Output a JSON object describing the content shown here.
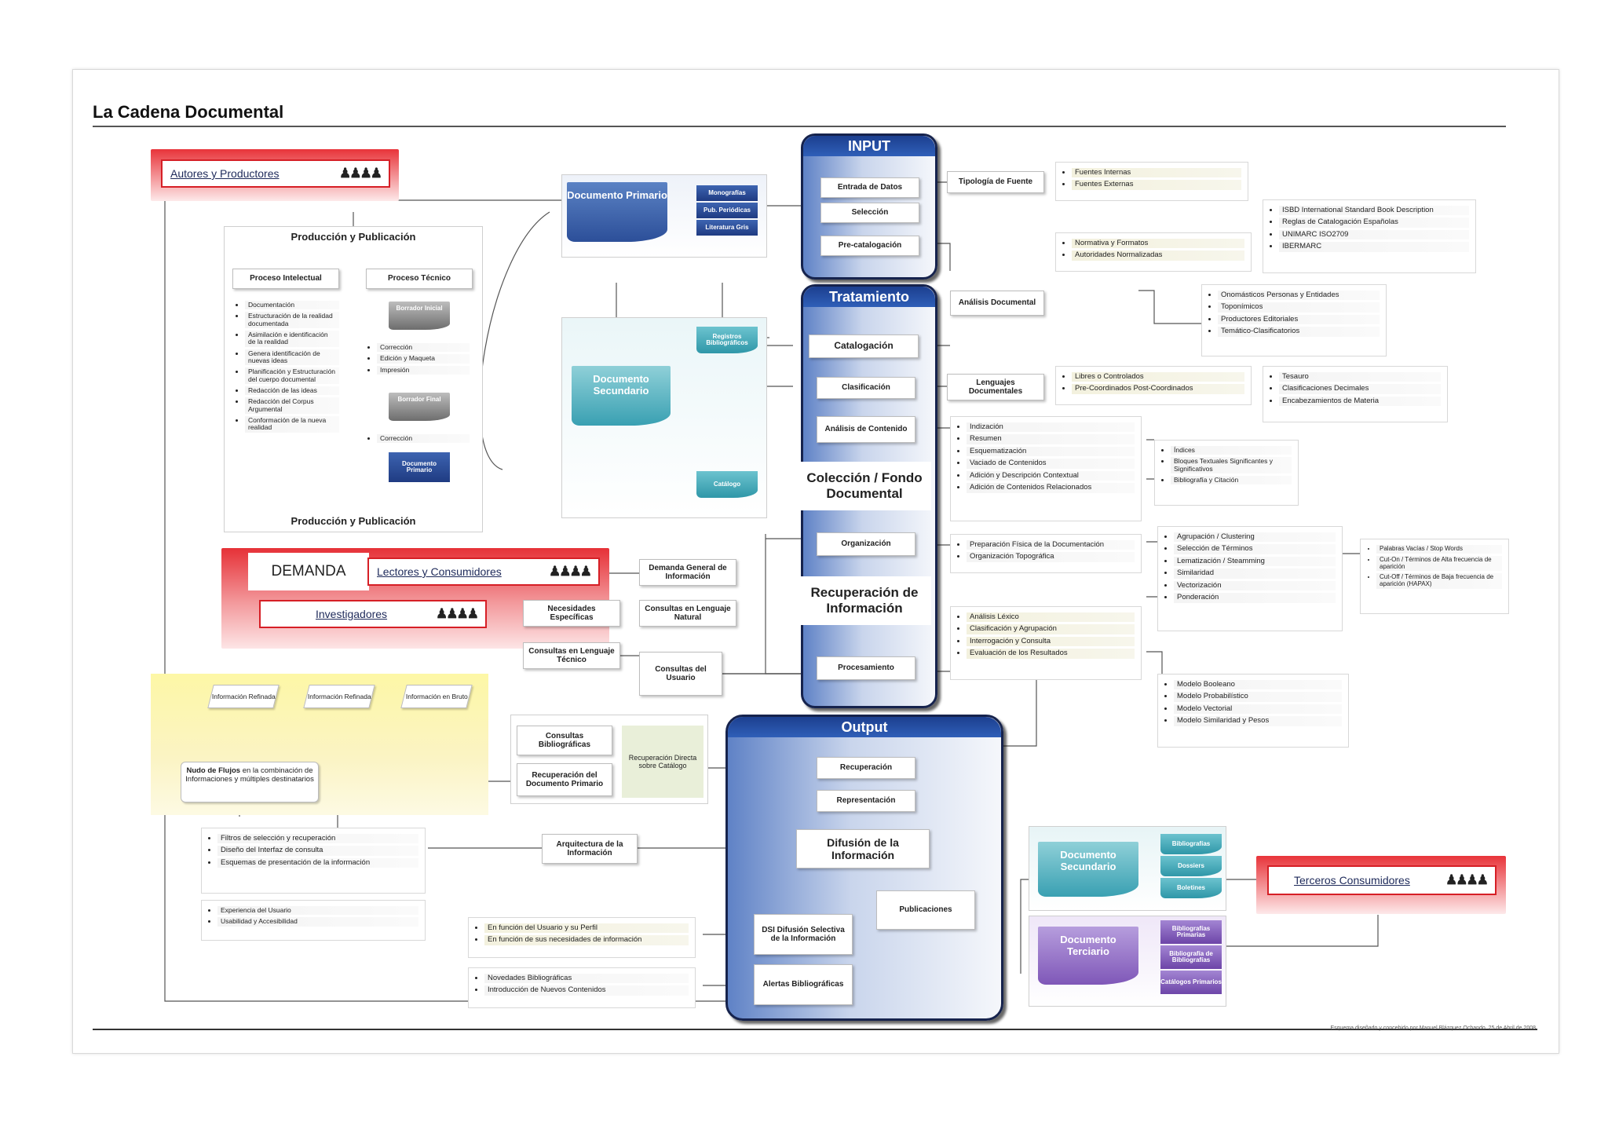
{
  "title": "La Cadena Documental",
  "credit": "Esquema diseñado y concebido por Manuel Blázquez Ochando. 25 de Abril de 2008",
  "actors": {
    "authors": "Autores y Productores",
    "readers": "Lectores y Consumidores",
    "researchers": "Investigadores",
    "third": "Terceros Consumidores",
    "demand": "DEMANDA"
  },
  "production": {
    "header": "Producción y Publicación",
    "footer": "Producción y Publicación",
    "intellectual": "Proceso Intelectual",
    "technical": "Proceso Técnico",
    "intellectual_items": [
      "Documentación",
      "Estructuración de la realidad documentada",
      "Asimilación e identificación de la realidad",
      "Genera identificación de nuevas ideas",
      "Planificación y Estructuración del cuerpo documental",
      "Redacción de las ideas",
      "Redacción del Corpus Argumental",
      "Conformación de la nueva realidad"
    ],
    "technical_items": [
      "Corrección",
      "Edición y Maqueta",
      "Impresión",
      "Corrección"
    ],
    "draft1": "Borrador Inicial",
    "draft2": "Borrador Final",
    "primary_small": "Documento Primario"
  },
  "docs": {
    "primary": "Documento Primario",
    "primary_minis": [
      "Monografías",
      "Pub. Periódicas",
      "Literatura Gris"
    ],
    "secondary": "Documento Secundario",
    "registros": "Registros Bibliográficos",
    "catalogo": "Catálogo",
    "secondary2": "Documento Secundario",
    "secondary2_minis": [
      "Bibliografías",
      "Dossiers",
      "Boletines"
    ],
    "tertiary": "Documento Terciario",
    "tertiary_minis": [
      "Bibliografías Primarias",
      "Bibliografía de Bibliografías",
      "Catálogos Primarios"
    ]
  },
  "input": {
    "head": "INPUT",
    "steps": [
      "Entrada de Datos",
      "Selección",
      "Pre-catalogación"
    ],
    "tipologia": "Tipología de Fuente",
    "fuentes": [
      "Fuentes Internas",
      "Fuentes Externas"
    ]
  },
  "tratamiento": {
    "head": "Tratamiento",
    "steps": [
      "Catalogación",
      "Clasificación",
      "Análisis de Contenido"
    ],
    "coleccion": "Colección / Fondo Documental",
    "organizacion": "Organización",
    "recuperacion": "Recuperación de Información",
    "procesamiento": "Procesamiento",
    "analisis_doc": "Análisis Documental",
    "normativa": [
      "Normativa y Formatos",
      "Autoridades Normalizadas"
    ],
    "isbd": [
      "ISBD International Standard Book Description",
      "Reglas de Catalogación Españolas",
      "UNIMARC ISO2709",
      "IBERMARC"
    ],
    "onomasticos": [
      "Onomásticos Personas y Entidades",
      "Toponímicos",
      "Productores Editoriales",
      "Temático-Clasificatorios"
    ],
    "lenguajes": "Lenguajes Documentales",
    "libres": [
      "Libres o Controlados",
      "Pre-Coordinados Post-Coordinados"
    ],
    "tesauro": [
      "Tesauro",
      "Clasificaciones Decimales",
      "Encabezamientos de Materia"
    ],
    "indizacion": [
      "Indización",
      "Resumen",
      "Esquematización",
      "Vaciado de Contenidos",
      "Adición y Descripción Contextual",
      "Adición de Contenidos Relacionados"
    ],
    "indices": [
      "Índices",
      "Bloques Textuales Significantes y Significativos",
      "Bibliografía y Citación"
    ],
    "preparacion": [
      "Preparación Física de la Documentación",
      "Organización Topográfica"
    ],
    "agrupacion": [
      "Agrupación / Clustering",
      "Selección de Términos",
      "Lematización / Steamming",
      "Similaridad",
      "Vectorización",
      "Ponderación"
    ],
    "palabras": [
      "Palabras Vacías / Stop Words",
      "Cut-On / Términos de Alta frecuencia de aparición",
      "Cut-Off / Términos de Baja frecuencia de aparición (HAPAX)"
    ],
    "analisis_lexico": [
      "Análisis Léxico",
      "Clasificación y Agrupación",
      "Interrogación y Consulta",
      "Evaluación de los Resultados"
    ],
    "modelos": [
      "Modelo Booleano",
      "Modelo Probabilístico",
      "Modelo Vectorial",
      "Modelo Similaridad y Pesos"
    ]
  },
  "demanda": {
    "general": "Demanda General de Información",
    "necesidades": "Necesidades Específicas",
    "natural": "Consultas en Lenguaje Natural",
    "tecnico": "Consultas en Lenguaje Técnico",
    "usuario": "Consultas del Usuario",
    "info": [
      "Información Refinada",
      "Información Refinada",
      "Información en Bruto"
    ],
    "nudo_bold": "Nudo de Flujos",
    "nudo_rest": "en la combinación de Informaciones y múltiples destinatarios"
  },
  "output": {
    "head": "Output",
    "recuperacion": "Recuperación",
    "representacion": "Representación",
    "difusion": "Difusión de la Información",
    "publicaciones": "Publicaciones",
    "dsi": "DSI Difusión Selectiva de la Información",
    "alertas": "Alertas Bibliográficas",
    "consultas_biblio": "Consultas Bibliográficas",
    "recup_primario": "Recuperación del Documento Primario",
    "recup_directa": "Recuperación Directa sobre Catálogo",
    "arquitectura": "Arquitectura de la Información",
    "filtros": [
      "Filtros de selección y recuperación",
      "Diseño del Interfaz de consulta",
      "Esquemas de presentación de la información"
    ],
    "experiencia": [
      "Experiencia del Usuario",
      "Usabilidad y Accesibilidad"
    ],
    "funcion": [
      "En función del Usuario y su Perfil",
      "En función de sus necesidades de información"
    ],
    "novedades": [
      "Novedades Bibliográficas",
      "Introducción de Nuevos Contenidos"
    ]
  }
}
